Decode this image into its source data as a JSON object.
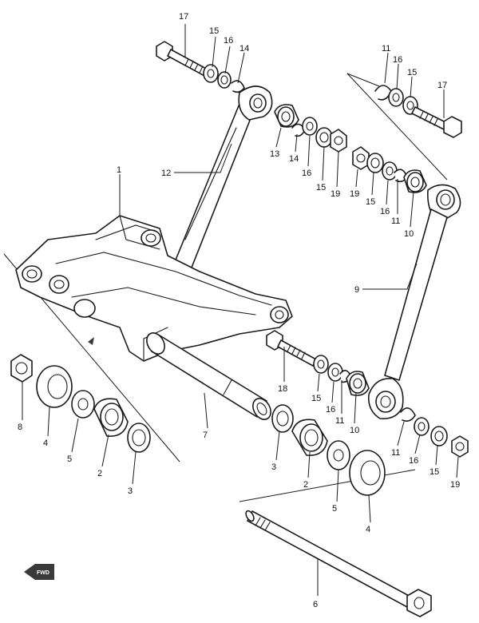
{
  "diagram": {
    "callouts": [
      "1",
      "2",
      "3",
      "4",
      "5",
      "6",
      "7",
      "8",
      "9",
      "10",
      "11",
      "12",
      "13",
      "14",
      "15",
      "16",
      "17",
      "18",
      "19"
    ],
    "fwd_label": "FWD",
    "colors": {
      "line": "#1a1a1a",
      "background": "#ffffff"
    }
  }
}
